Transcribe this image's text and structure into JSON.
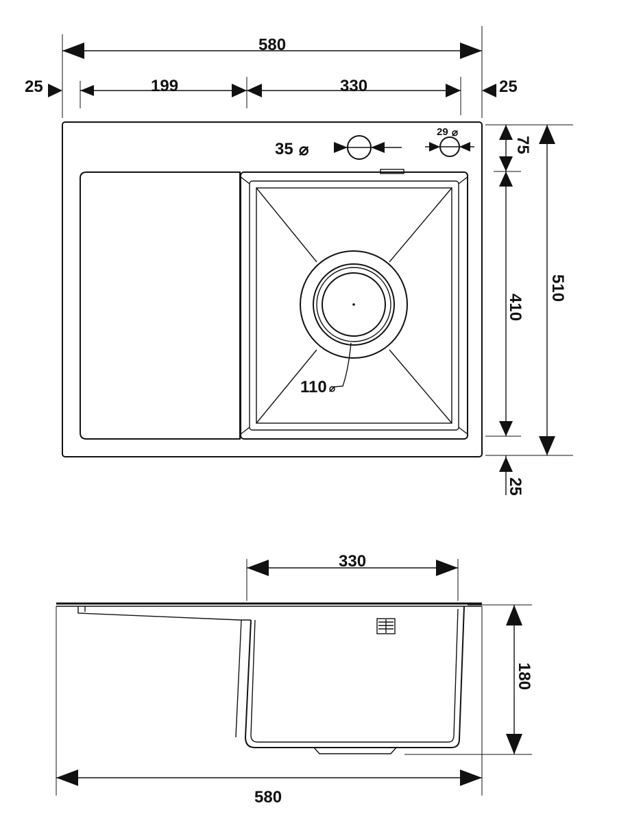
{
  "dimensions": {
    "top_width": "580",
    "left_margin": "25",
    "drainboard_width": "199",
    "bowl_width": "330",
    "right_margin": "25",
    "hole_35": "35",
    "hole_29": "29",
    "top_offset": "75",
    "bowl_length": "410",
    "overall_depth": "510",
    "bottom_margin": "25",
    "drain": "110",
    "side_bowl_width": "330",
    "bowl_height": "180",
    "side_total_width": "580"
  },
  "symbols": {
    "diameter": "⌀"
  }
}
